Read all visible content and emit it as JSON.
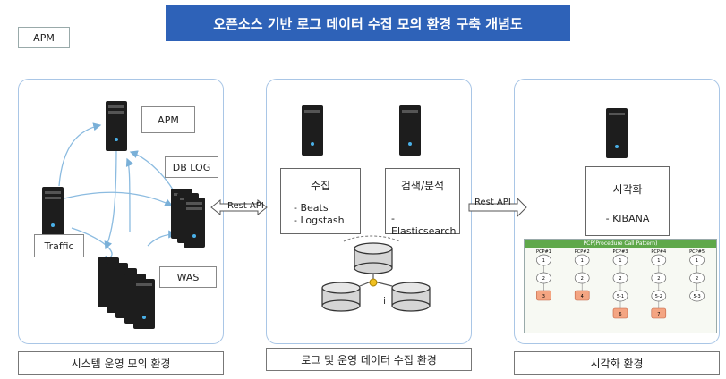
{
  "header": {
    "title": "오픈소스 기반 로그 데이터 수집 모의 환경 구축 개념도",
    "tag": "APM"
  },
  "left": {
    "caption": "시스템 운영 모의 환경",
    "apm_label": "APM",
    "dblog_label": "DB LOG",
    "traffic_label": "Traffic",
    "was_label": "WAS"
  },
  "arrows": {
    "rest_api_left": "Rest API",
    "rest_api_right": "Rest API"
  },
  "middle": {
    "caption": "로그 및 운영 데이터 수집 환경",
    "collect": {
      "title": "수집",
      "items": [
        "-  Beats",
        "-  Logstash"
      ]
    },
    "search": {
      "title": "검색/분석",
      "items": [
        "-  Elasticsearch"
      ]
    }
  },
  "right": {
    "caption": "시각화 환경",
    "viz": {
      "title": "시각화",
      "item": "-  KIBANA"
    },
    "pcp": {
      "title": "PCP(Procedure  Call Pattern)",
      "columns": [
        {
          "name": "PCP#1",
          "nodes": [
            "1",
            "2"
          ],
          "end": "3"
        },
        {
          "name": "PCP#2",
          "nodes": [
            "1",
            "2"
          ],
          "end": "4"
        },
        {
          "name": "PCP#3",
          "nodes": [
            "1",
            "2",
            "5-1"
          ],
          "end": "6"
        },
        {
          "name": "PCP#4",
          "nodes": [
            "1",
            "2",
            "5-2"
          ],
          "end": "7"
        },
        {
          "name": "PCP#5",
          "nodes": [
            "1",
            "2",
            "5-3"
          ],
          "end": ""
        }
      ]
    }
  },
  "colors": {
    "banner": "#2e62b8",
    "panel_border": "#a9c6e6",
    "arrow": "#7ab0d8",
    "pcp_header": "#5fa84a",
    "pcp_end": "#f4a582"
  }
}
